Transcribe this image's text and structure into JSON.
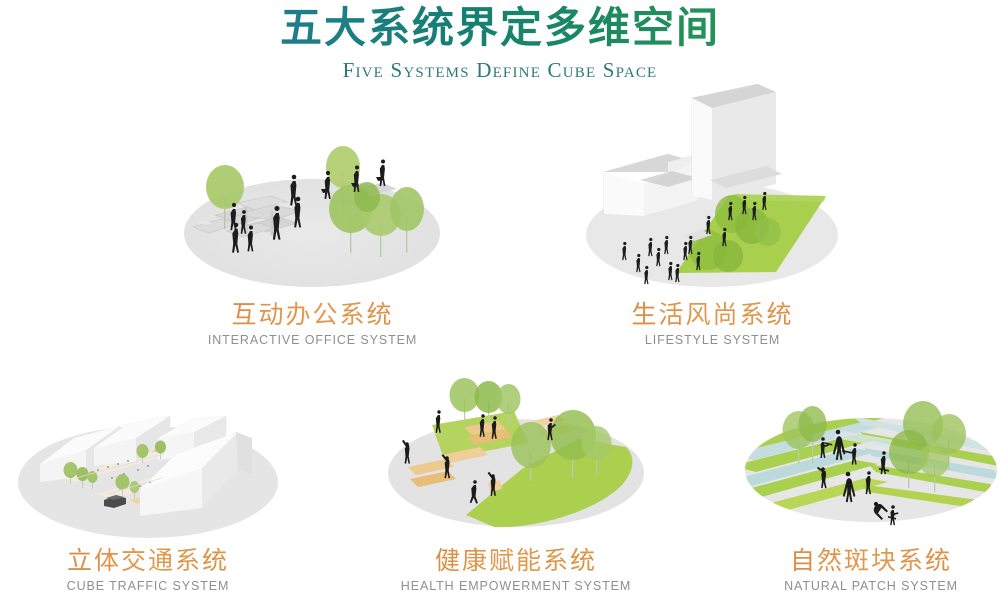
{
  "header": {
    "title_cn": "五大系统界定多维空间",
    "title_en": "Five Systems Define Cube Space",
    "title_gradient_start": "#2c6a9c",
    "title_gradient_mid": "#157f72",
    "title_gradient_end": "#2e9e5c",
    "subtitle_color": "#2c7a78"
  },
  "theme": {
    "background": "#ffffff",
    "caption_cn_color": "#dd8b3e",
    "caption_en_color": "#8f8f8f",
    "base_gray": "#e3e3e3",
    "base_gray_light": "#ededed",
    "lawn_bright": "#a9cf4f",
    "lawn_mid": "#b9d66a",
    "tree_green": "#9ec35f",
    "tree_green_dark": "#8cb852",
    "building_white": "#fdfdfd",
    "building_shade": "#d8d8d8",
    "path_tan": "#e8c37a",
    "deck_tan": "#efc994",
    "water_blue": "#c9dbda",
    "figure_black": "#1b1b1b"
  },
  "panels": [
    {
      "id": "office",
      "name_cn": "互动办公系统",
      "name_en": "INTERACTIVE OFFICE SYSTEM",
      "scene": "oval gray plaza with star-shaped office pods, scattered people silhouettes and clusters of green trees"
    },
    {
      "id": "lifestyle",
      "name_cn": "生活风尚系统",
      "name_en": "LIFESTYLE SYSTEM",
      "scene": "tall white tower on podium over oval gray base with bright green lawn strip, trees and crowds of people"
    },
    {
      "id": "traffic",
      "name_cn": "立体交通系统",
      "name_en": "CUBE TRAFFIC SYSTEM",
      "scene": "oval gray base with white block buildings, tan street corridor, small trees and a dark car"
    },
    {
      "id": "health",
      "name_cn": "健康赋能系统",
      "name_en": "HEALTH EMPOWERMENT SYSTEM",
      "scene": "oval base split gray and green lawn with tan timber decks, exercising figures and trees"
    },
    {
      "id": "patch",
      "name_cn": "自然斑块系统",
      "name_en": "NATURAL PATCH SYSTEM",
      "scene": "oval base of striped green and pale-blue planting bands with trees and strolling figures"
    }
  ]
}
